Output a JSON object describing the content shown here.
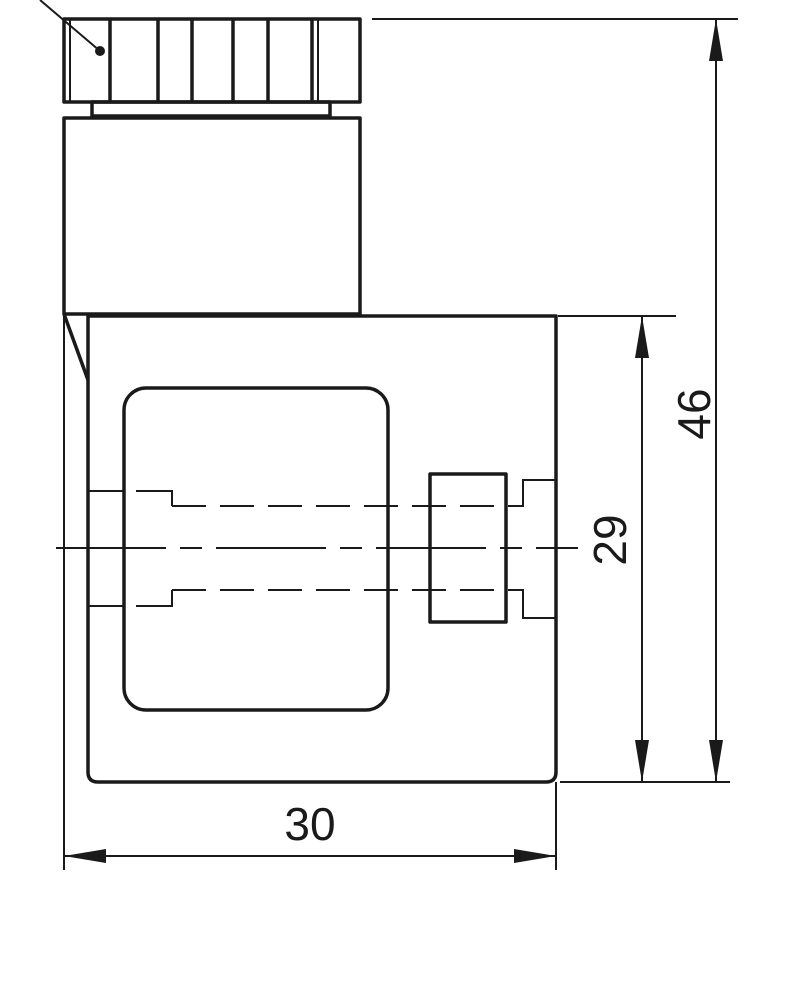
{
  "dimensions": {
    "width": "30",
    "body_height": "29",
    "total_height": "46"
  },
  "colors": {
    "line": "#1a1a1a",
    "background": "#ffffff"
  }
}
